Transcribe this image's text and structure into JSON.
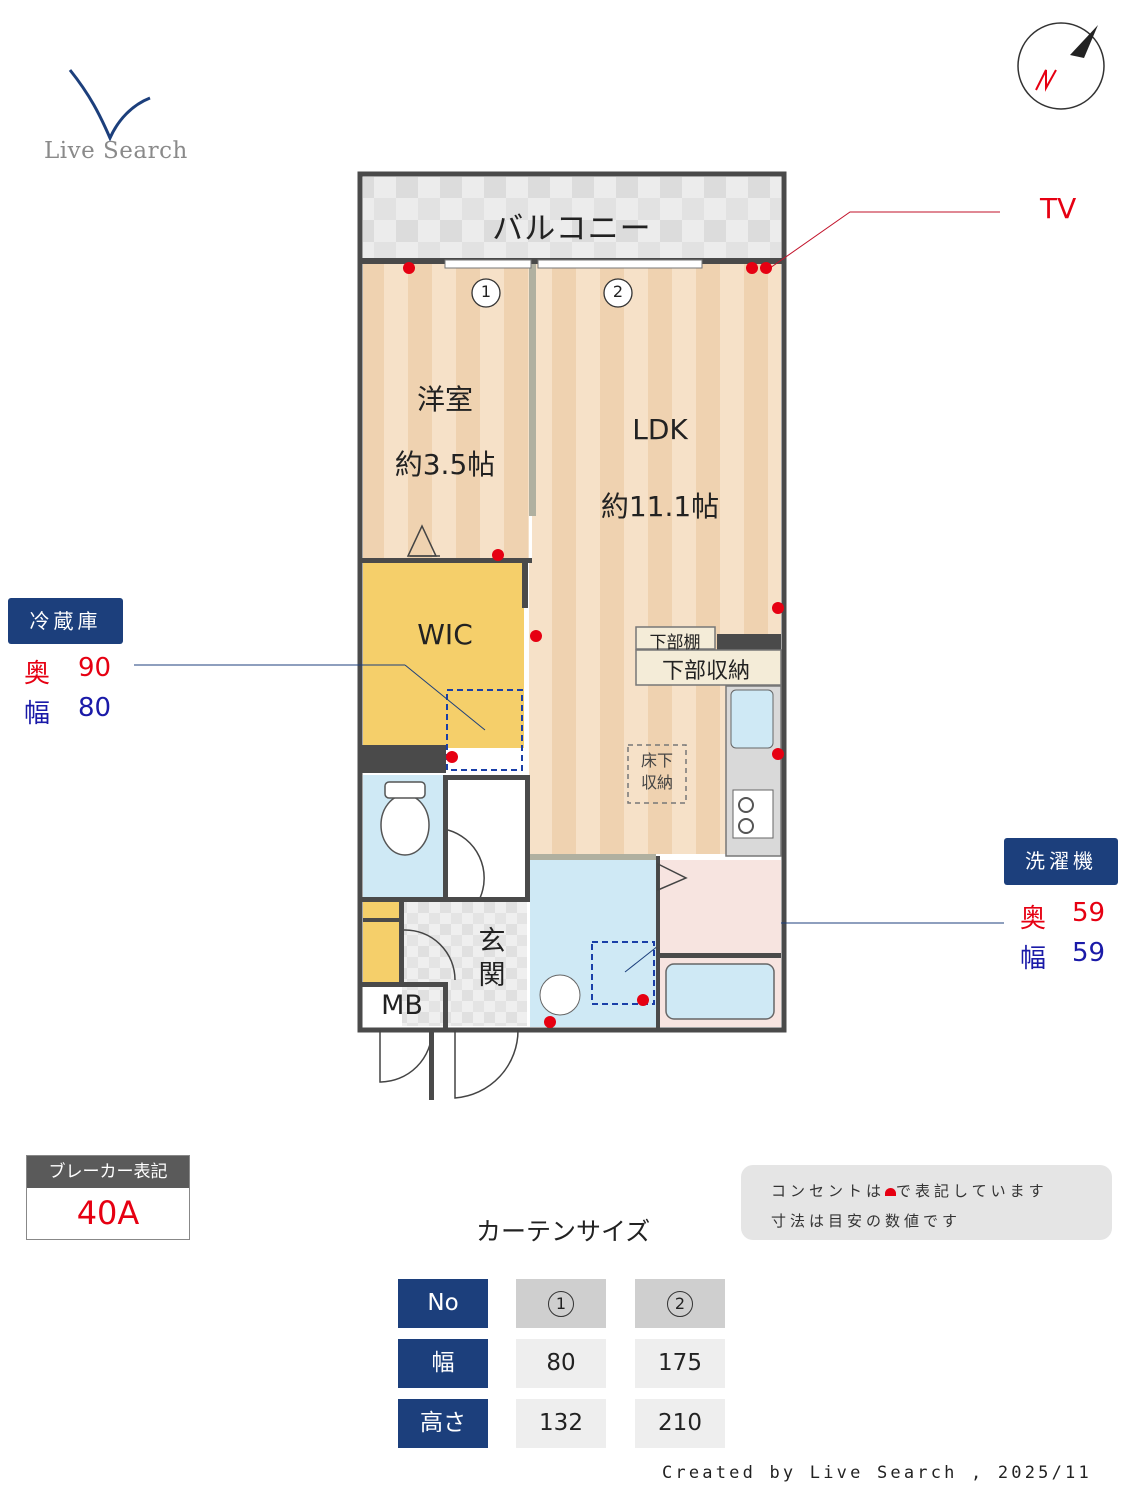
{
  "brand": {
    "name": "Live Search"
  },
  "compass": {
    "north_label": "N"
  },
  "rooms": {
    "balcony": "バルコニー",
    "western_room": {
      "name": "洋室",
      "size": "約3.5帖"
    },
    "ldk": {
      "name": "LDK",
      "size": "約11.1帖"
    },
    "wic": "WIC",
    "lower_shelf": "下部棚",
    "lower_storage": "下部収納",
    "underfloor_storage": [
      "床下",
      "収納"
    ],
    "entrance": [
      "玄",
      "関"
    ],
    "mb": "MB"
  },
  "windows": [
    "1",
    "2"
  ],
  "tv_label": "TV",
  "refrigerator": {
    "label": "冷蔵庫",
    "depth_label": "奥",
    "depth": "90",
    "width_label": "幅",
    "width": "80"
  },
  "washer": {
    "label": "洗濯機",
    "depth_label": "奥",
    "depth": "59",
    "width_label": "幅",
    "width": "59"
  },
  "breaker": {
    "label": "ブレーカー表記",
    "value": "40A"
  },
  "note": {
    "line1_before": "コンセントは",
    "line1_after": "で表記しています",
    "line2": "寸法は目安の数値です"
  },
  "curtain": {
    "title": "カーテンサイズ",
    "headers": [
      "No",
      "1",
      "2"
    ],
    "rows": [
      {
        "label": "幅",
        "values": [
          "80",
          "175"
        ]
      },
      {
        "label": "高さ",
        "values": [
          "132",
          "210"
        ]
      }
    ]
  },
  "footer": "Created by Live Search , 2025/11",
  "colors": {
    "outlet": "#e60012",
    "badge": "#1c3f7c",
    "wall": "#4a4a4a",
    "wood": "#f3dcc0",
    "wic": "#f5cf6a",
    "water": "#cfe9f5"
  }
}
